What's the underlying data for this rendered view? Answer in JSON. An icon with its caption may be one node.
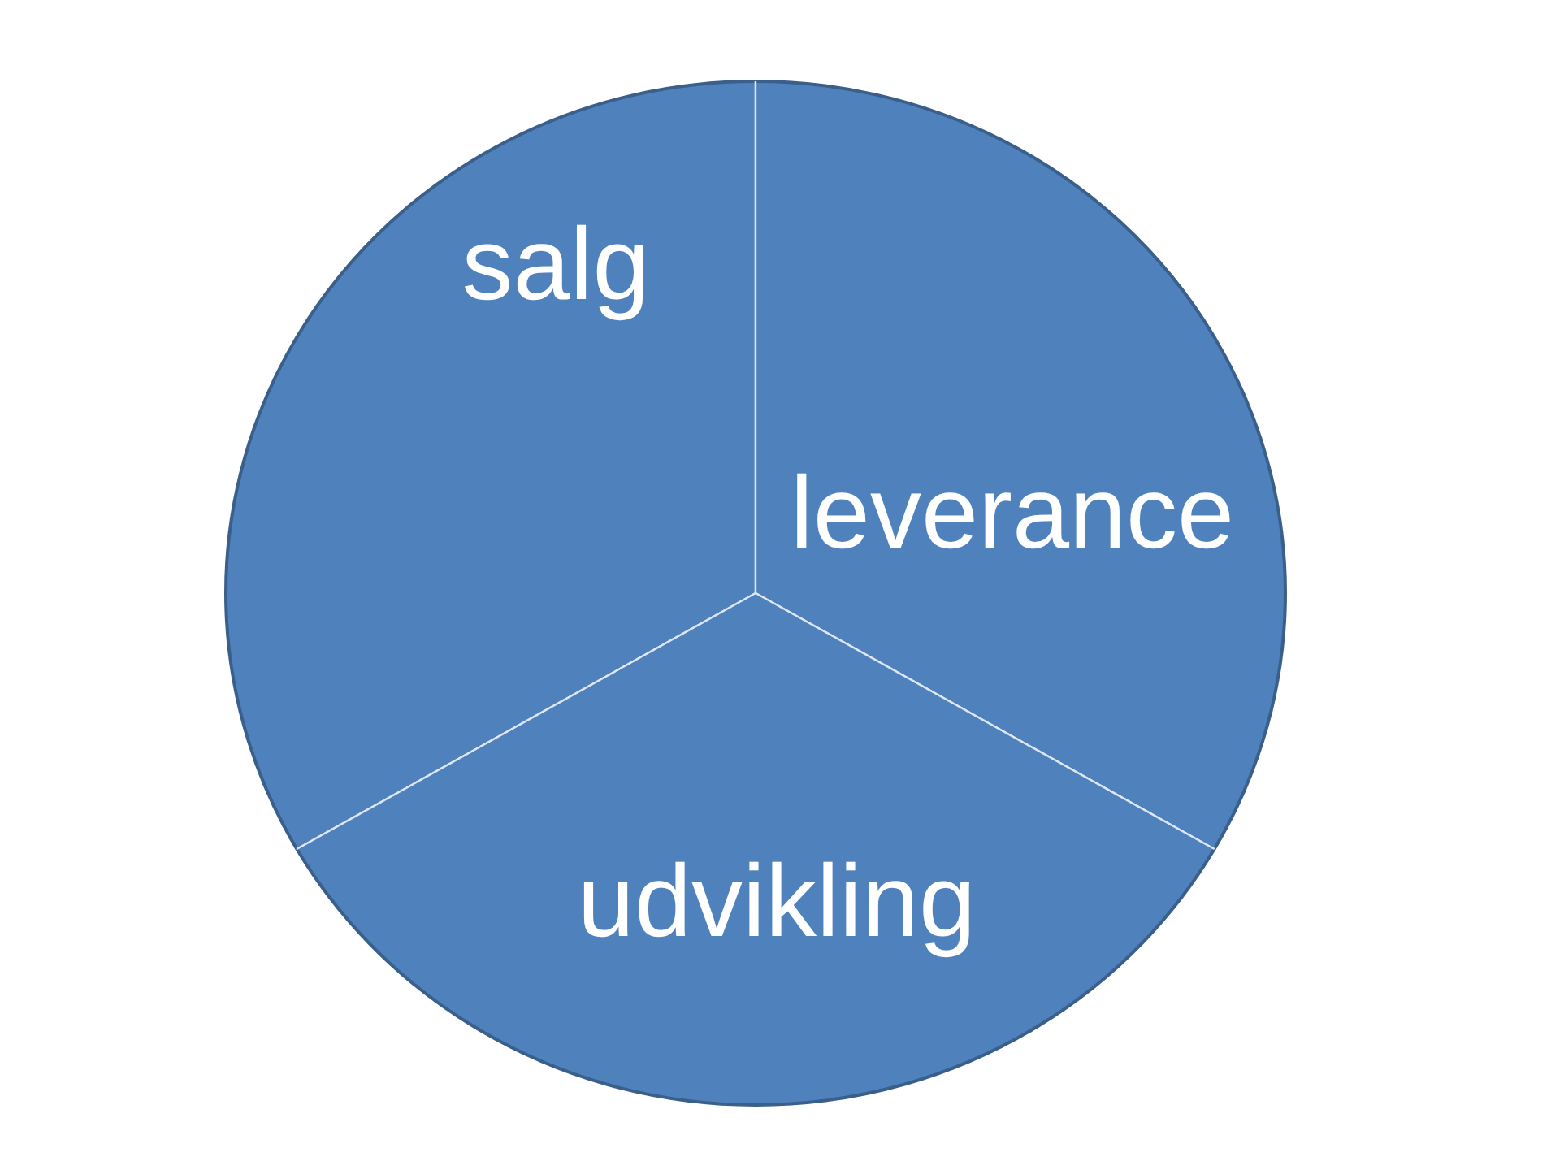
{
  "diagram": {
    "nodes": [
      {
        "text": [
          "salg"
        ]
      },
      {
        "text": [
          "leverance"
        ]
      },
      {
        "text": [
          "udvikling"
        ]
      }
    ]
  }
}
